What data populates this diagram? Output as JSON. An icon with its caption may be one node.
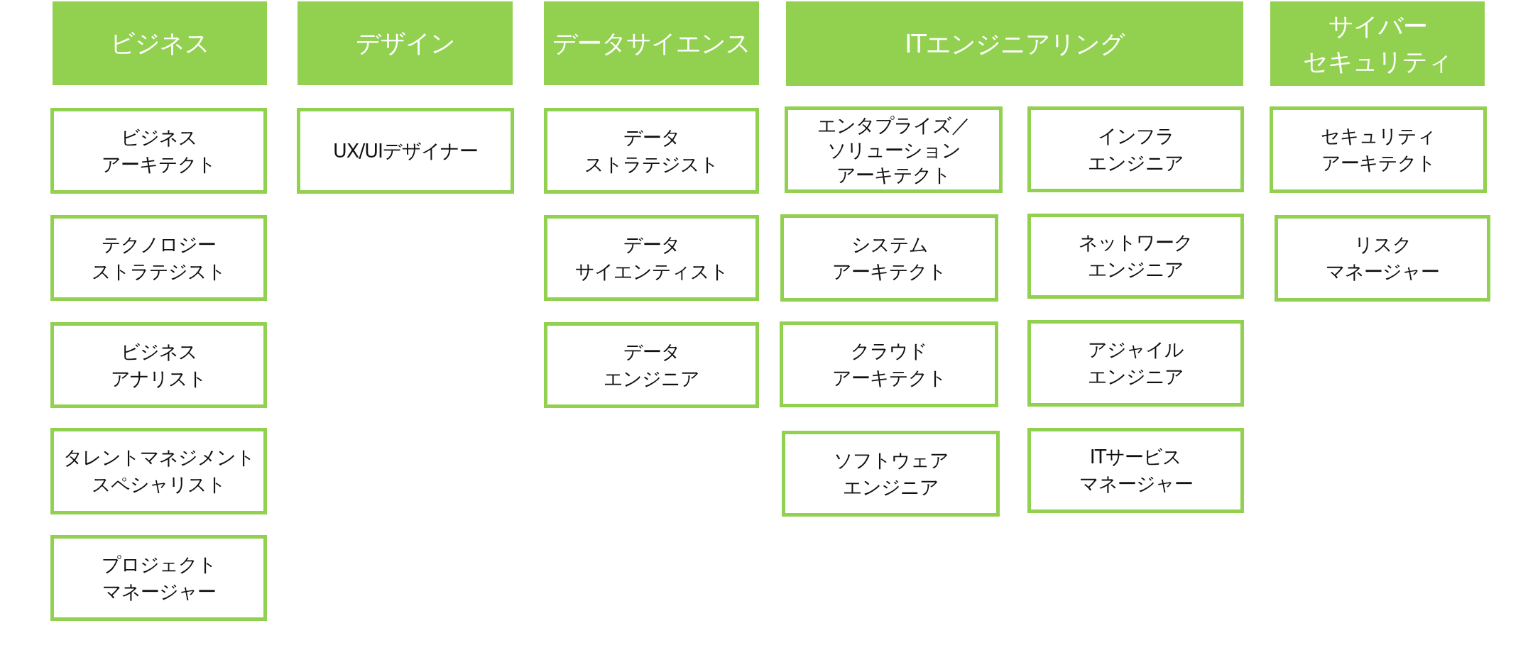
{
  "diagram": {
    "nodes": [
      {
        "text": [
          "ビジネス"
        ]
      },
      {
        "text": [
          "ビジネスアーキテクト"
        ]
      },
      {
        "text": [
          "テクノロジーストラテジスト"
        ]
      },
      {
        "text": [
          "ビジネスアナリスト"
        ]
      },
      {
        "text": [
          "タレントマネジメントスペシャリスト"
        ]
      },
      {
        "text": [
          "プロジェクトマネージャー"
        ]
      },
      {
        "text": [
          "デザイン"
        ]
      },
      {
        "text": [
          "UX/UIデザイナー"
        ]
      },
      {
        "text": [
          "データサイエンス"
        ]
      },
      {
        "text": [
          "データストラテジスト"
        ]
      },
      {
        "text": [
          "データサイエンティスト"
        ]
      },
      {
        "text": [
          "データエンジニア"
        ]
      },
      {
        "text": [
          "ITエンジニアリング"
        ]
      },
      {
        "text": [
          "エンタプライズ／ソリューションアーキテクト"
        ]
      },
      {
        "text": [
          "システムアーキテクト"
        ]
      },
      {
        "text": [
          "クラウドアーキテクト"
        ]
      },
      {
        "text": [
          "ソフトウェアエンジニア"
        ]
      },
      {
        "text": [
          "インフラエンジニア"
        ]
      },
      {
        "text": [
          "ネットワークエンジニア"
        ]
      },
      {
        "text": [
          "アジャイルエンジニア"
        ]
      },
      {
        "text": [
          "ITサービスマネージャー"
        ]
      },
      {
        "text": [
          "サイバーセキュリティ"
        ]
      },
      {
        "text": [
          "セキュリティアーキテクト"
        ]
      },
      {
        "text": [
          "リスクマネージャー"
        ]
      }
    ]
  }
}
